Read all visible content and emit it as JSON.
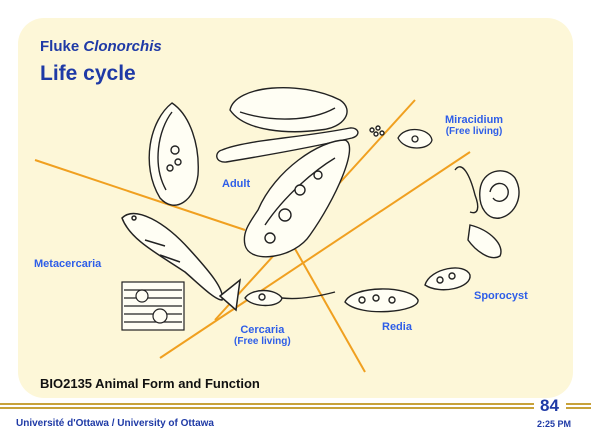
{
  "slide": {
    "title_prefix": "Fluke ",
    "title_genus": "Clonorchis",
    "title_main": "Life cycle",
    "labels": {
      "adult": "Adult",
      "miracidium": "Miracidium",
      "miracidium_note": "(Free living)",
      "metacercaria": "Metacercaria",
      "sporocyst": "Sporocyst",
      "redia": "Redia",
      "cercaria": "Cercaria",
      "cercaria_note": "(Free living)"
    },
    "course": "BIO2135 Animal Form and Function",
    "university": "Université d'Ottawa / University of Ottawa",
    "page_number": "84",
    "time": "2:25 PM"
  },
  "colors": {
    "title": "#1f3aa6",
    "label": "#2e5ee8",
    "divider_lines": "#f0a020",
    "panel": "#fdf7d8",
    "footer_rule": "#c8a23a"
  },
  "icons": [
    "fluke-egg-icon",
    "clam-icon",
    "snail-icon",
    "fish-icon"
  ]
}
